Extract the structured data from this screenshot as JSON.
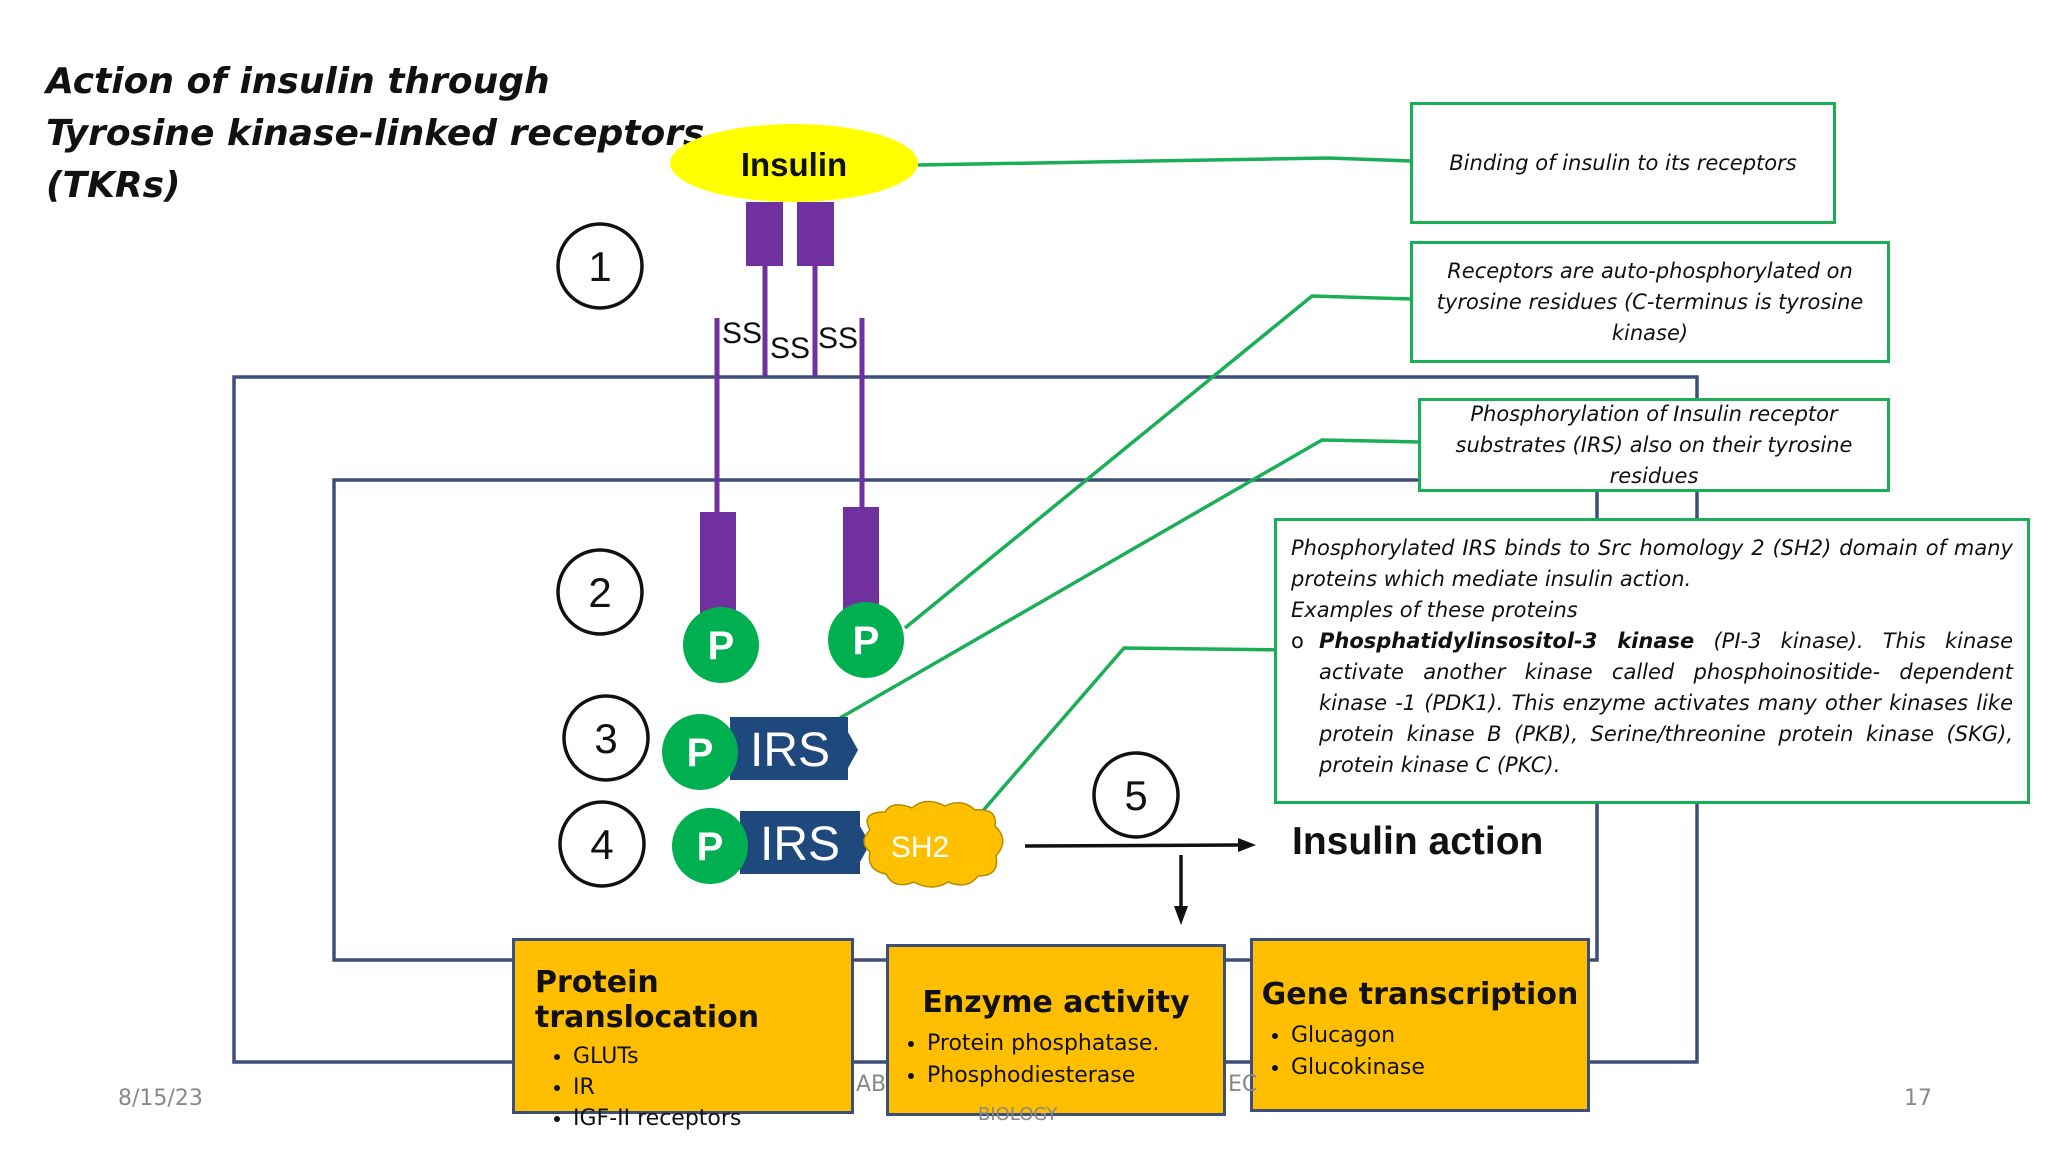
{
  "title": {
    "line1": "Action of insulin through",
    "line2": "Tyrosine kinase-linked receptors",
    "line3": "(TKRs)"
  },
  "diagram": {
    "insulin_label": "Insulin",
    "ss_labels": [
      "SS",
      "SS",
      "SS"
    ],
    "step_numbers": [
      "1",
      "2",
      "3",
      "4",
      "5"
    ],
    "phospho_label": "P",
    "irs_label": "IRS",
    "sh2_label": "SH2",
    "insulin_action_label": "Insulin action"
  },
  "notes": {
    "binding": "Binding of insulin to its receptors",
    "autophos": "Receptors are auto-phosphorylated on tyrosine residues (C-terminus is tyrosine kinase)",
    "irs_phos": "Phosphorylation of Insulin receptor substrates (IRS) also on their tyrosine residues",
    "sh2_para1": "Phosphorylated IRS binds to Src homology 2 (SH2) domain of many proteins which mediate insulin action.",
    "sh2_para2": "Examples of these proteins",
    "sh2_bullet_marker": "o",
    "sh2_bullet_bold": "Phosphatidylinsositol-3 kinase",
    "sh2_bullet_text": " (PI-3 kinase). This kinase activate another kinase called phosphoinositide- dependent kinase -1 (PDK1). This enzyme activates many other kinases like protein kinase B (PKB), Serine/threonine protein kinase (SKG), protein kinase C (PKC)."
  },
  "outcomes": [
    {
      "title": "Protein translocation",
      "items": [
        "GLUTs",
        "IR",
        "IGF-II receptors"
      ]
    },
    {
      "title": "Enzyme activity",
      "items": [
        "Protein phosphatase.",
        "Phosphodiesterase"
      ]
    },
    {
      "title": "Gene transcription",
      "items": [
        "Glucagon",
        "Glucokinase"
      ]
    }
  ],
  "footer": {
    "date": "8/15/23",
    "page": "17",
    "partial_left": "AB",
    "partial_right": "EC",
    "partial_bottom": "BIOLOGY"
  },
  "colors": {
    "insulin": "#ffff00",
    "receptor": "#7030a0",
    "phospho": "#00b050",
    "irs": "#1f497d",
    "sh2": "#ffc000",
    "note_border": "#1aae56",
    "box": "#ffbf00",
    "frame": "#3b4f7a"
  }
}
